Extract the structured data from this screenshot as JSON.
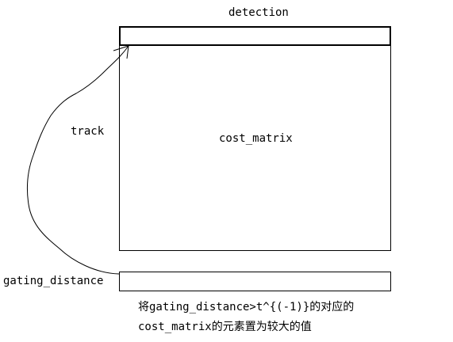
{
  "diagram": {
    "detection_label": "detection",
    "track_label": "track",
    "matrix_label": "cost_matrix",
    "gating_label": "gating_distance",
    "note": {
      "line1": "将gating_distance>t^{(-1)}的对应的",
      "line2": "cost_matrix的元素置为较大的值"
    }
  }
}
